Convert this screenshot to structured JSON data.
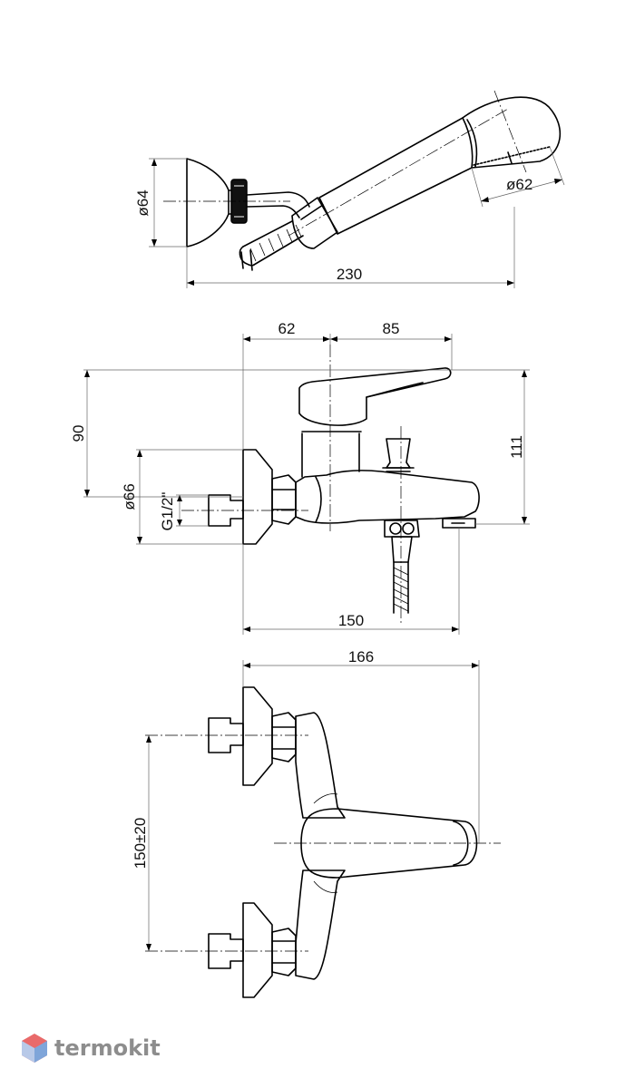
{
  "views": {
    "hand_shower": {
      "dims": {
        "diameter_bracket": "ø64",
        "diameter_head": "ø62",
        "length": "230"
      }
    },
    "side_view": {
      "dims": {
        "offset_left": "62",
        "offset_right": "85",
        "height_total": "90",
        "height_spout": "111",
        "diameter_flange": "ø66",
        "thread": "G1/2\"",
        "length_body": "150"
      }
    },
    "top_view": {
      "dims": {
        "width": "166",
        "inlet_spacing": "150±20"
      }
    }
  },
  "watermark": {
    "brand": "termokit"
  },
  "colors": {
    "line": "#000000",
    "dimension": "#666666",
    "watermark": "#8d8d8d"
  }
}
